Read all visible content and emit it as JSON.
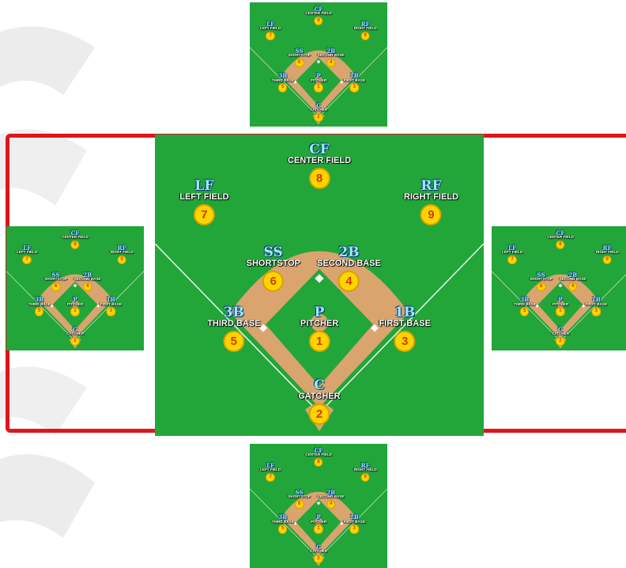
{
  "colors": {
    "grass": "#22a539",
    "dirt": "#d9a46e",
    "frame": "#e0151b",
    "marker_fill": "#ffd400",
    "abbr_text": "#9fe6ff"
  },
  "positions": [
    {
      "key": "cf",
      "abbr": "CF",
      "name": "CENTER FIELD",
      "number": "8"
    },
    {
      "key": "lf",
      "abbr": "LF",
      "name": "LEFT FIELD",
      "number": "7"
    },
    {
      "key": "rf",
      "abbr": "RF",
      "name": "RIGHT FIELD",
      "number": "9"
    },
    {
      "key": "ss",
      "abbr": "SS",
      "name": "SHORTSTOP",
      "number": "6"
    },
    {
      "key": "2b",
      "abbr": "2B",
      "name": "SECOND BASE",
      "number": "4"
    },
    {
      "key": "3b",
      "abbr": "3B",
      "name": "THIRD BASE",
      "number": "5"
    },
    {
      "key": "p",
      "abbr": "P",
      "name": "PITCHER",
      "number": "1"
    },
    {
      "key": "1b",
      "abbr": "1B",
      "name": "FIRST BASE",
      "number": "3"
    },
    {
      "key": "c",
      "abbr": "C",
      "name": "CATCHER",
      "number": "2"
    }
  ],
  "copies": [
    "top",
    "left",
    "center",
    "right",
    "bottom"
  ]
}
